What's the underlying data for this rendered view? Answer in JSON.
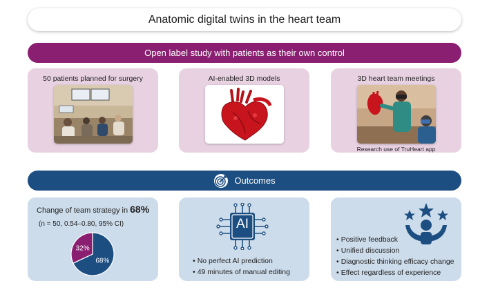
{
  "title": "Anatomic digital twins in the heart team",
  "study_banner": "Open label study with patients as their own control",
  "study_panels": [
    {
      "title": "50 patients planned for surgery",
      "image": "heart-team-meeting-photo"
    },
    {
      "title": "AI-enabled 3D models",
      "image": "3d-heart-model-image"
    },
    {
      "title": "3D heart team meetings",
      "image": "vr-headset-meeting-photo",
      "caption": "Research use of TruHeart app"
    }
  ],
  "outcomes_banner": {
    "label": "Outcomes",
    "icon": "target-icon"
  },
  "strategy": {
    "prefix": "Change of team strategy in ",
    "percent_label": "68%",
    "detail": "(n = 50, 0.54–0.80, 95% CI)"
  },
  "chart_data": {
    "type": "pie",
    "values": [
      68,
      32
    ],
    "labels": [
      "68%",
      "32%"
    ],
    "colors": [
      "#1d4e82",
      "#8a1f72"
    ]
  },
  "ai_panel": {
    "icon_label": "AI",
    "icon": "ai-chip-icon",
    "bullets": [
      "No perfect AI prediction",
      "49 minutes of manual editing"
    ]
  },
  "feedback_panel": {
    "icon": "celebrating-person-stars-icon",
    "bullets": [
      "Positive feedback",
      "Unified discussion",
      "Diagnostic thinking efficacy change",
      "Effect regardless of experience"
    ]
  },
  "colors": {
    "purple": "#8a1f72",
    "blue": "#1d4e82",
    "pink_panel": "#e8d2e2",
    "blue_panel": "#cddceb"
  }
}
